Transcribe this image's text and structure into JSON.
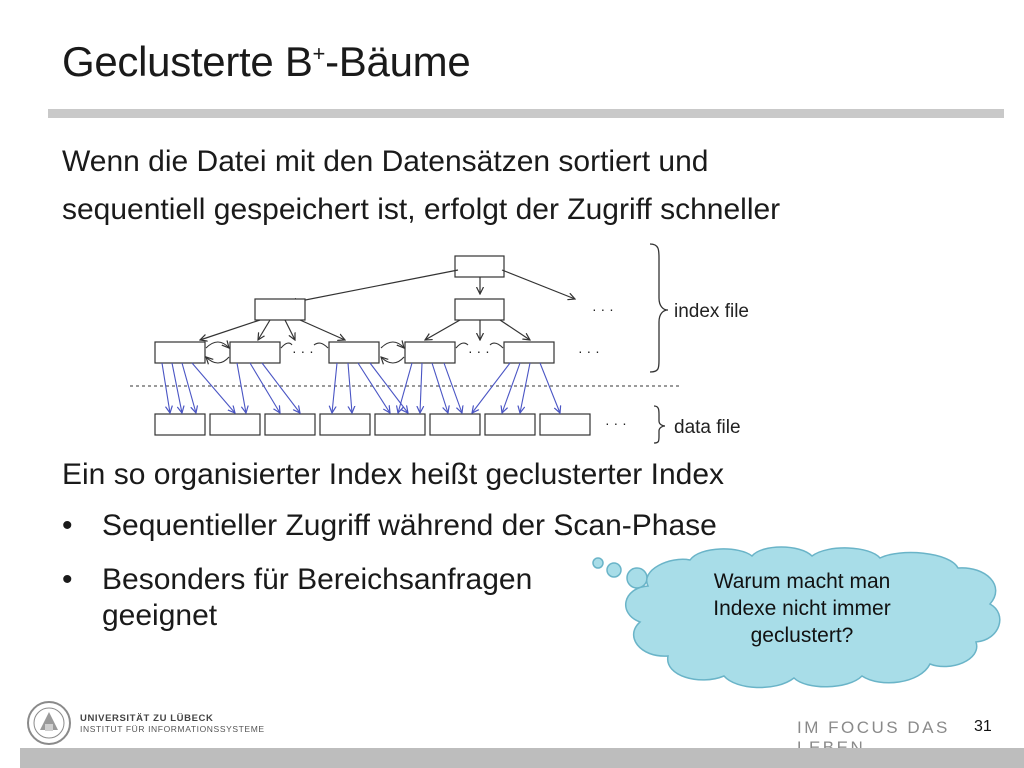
{
  "slide": {
    "title_main": "Geclusterte B",
    "title_sup": "+",
    "title_rest": "-Bäume",
    "intro_line1": "Wenn die Datei mit den Datensätzen sortiert und",
    "intro_line2": "sequentiell gespeichert ist, erfolgt der Zugriff schneller",
    "statement": "Ein so organisierter Index heißt geclusterter Index",
    "bullets": [
      {
        "marker": "•",
        "text": "Sequentieller Zugriff während der Scan-Phase"
      },
      {
        "marker": "•",
        "line1": "Besonders für Bereichsanfragen",
        "line2": "geeignet"
      }
    ]
  },
  "diagram": {
    "index_label": "index file",
    "data_label": "data file",
    "ellipsis": "· · ·"
  },
  "callout": {
    "line1": "Warum macht man",
    "line2": "Indexe nicht immer",
    "line3": "geclustert?"
  },
  "footer": {
    "university": "UNIVERSITÄT ZU LÜBECK",
    "institute": "INSTITUT FÜR INFORMATIONSSYSTEME",
    "motto": "IM FOCUS DAS LEBEN",
    "page_number": "31"
  },
  "colors": {
    "arrow_blue": "#4a55c4",
    "callout_fill": "#a8dde8",
    "rule_gray": "#c9c9c9"
  }
}
